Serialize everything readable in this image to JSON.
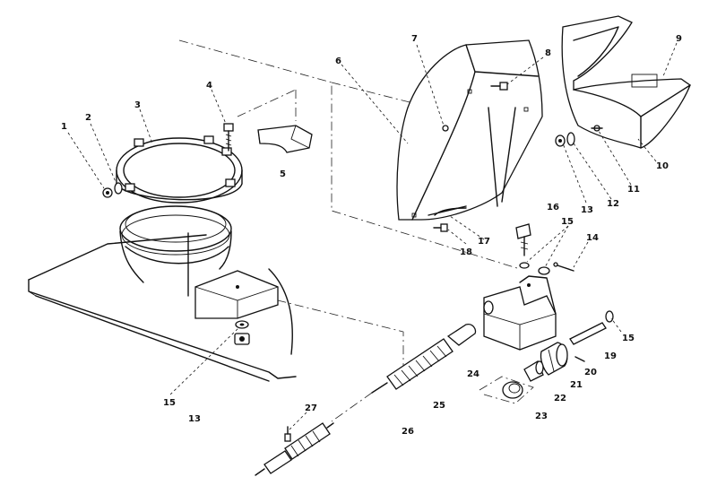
{
  "callouts": [
    {
      "id": "c1",
      "text": "1"
    },
    {
      "id": "c2",
      "text": "2"
    },
    {
      "id": "c3",
      "text": "3"
    },
    {
      "id": "c4",
      "text": "4"
    },
    {
      "id": "c5",
      "text": "5"
    },
    {
      "id": "c6",
      "text": "6"
    },
    {
      "id": "c7",
      "text": "7"
    },
    {
      "id": "c8",
      "text": "8"
    },
    {
      "id": "c9",
      "text": "9"
    },
    {
      "id": "c10",
      "text": "10"
    },
    {
      "id": "c11",
      "text": "11"
    },
    {
      "id": "c12",
      "text": "12"
    },
    {
      "id": "c13a",
      "text": "13"
    },
    {
      "id": "c13b",
      "text": "13"
    },
    {
      "id": "c14",
      "text": "14"
    },
    {
      "id": "c15a",
      "text": "15"
    },
    {
      "id": "c15b",
      "text": "15"
    },
    {
      "id": "c15c",
      "text": "15"
    },
    {
      "id": "c16",
      "text": "16"
    },
    {
      "id": "c17",
      "text": "17"
    },
    {
      "id": "c18",
      "text": "18"
    },
    {
      "id": "c19",
      "text": "19"
    },
    {
      "id": "c20",
      "text": "20"
    },
    {
      "id": "c21",
      "text": "21"
    },
    {
      "id": "c22",
      "text": "22"
    },
    {
      "id": "c23",
      "text": "23"
    },
    {
      "id": "c24",
      "text": "24"
    },
    {
      "id": "c25",
      "text": "25"
    },
    {
      "id": "c26",
      "text": "26"
    },
    {
      "id": "c27",
      "text": "27"
    }
  ]
}
